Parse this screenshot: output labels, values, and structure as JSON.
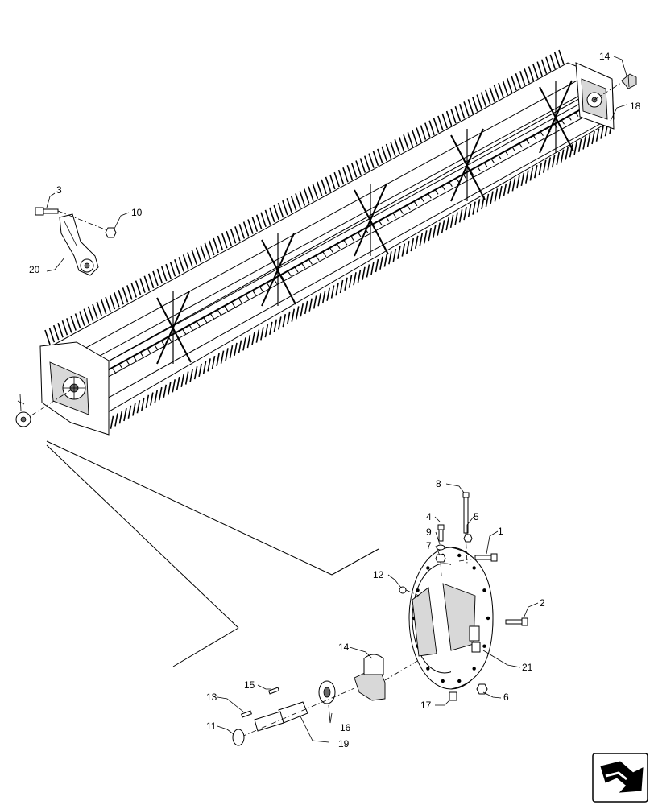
{
  "callouts": {
    "c1": "1",
    "c2": "2",
    "c3": "3",
    "c4": "4",
    "c5": "5",
    "c6": "6",
    "c7": "7",
    "c8": "8",
    "c9": "9",
    "c10": "10",
    "c11": "11",
    "c12": "12",
    "c13": "13",
    "c14_top": "14",
    "c14_mid": "14",
    "c15": "15",
    "c16": "16",
    "c17": "17",
    "c18": "18",
    "c19": "19",
    "c20": "20",
    "c21": "21"
  },
  "icons": {
    "navigation": "next-page-arrow-icon"
  }
}
